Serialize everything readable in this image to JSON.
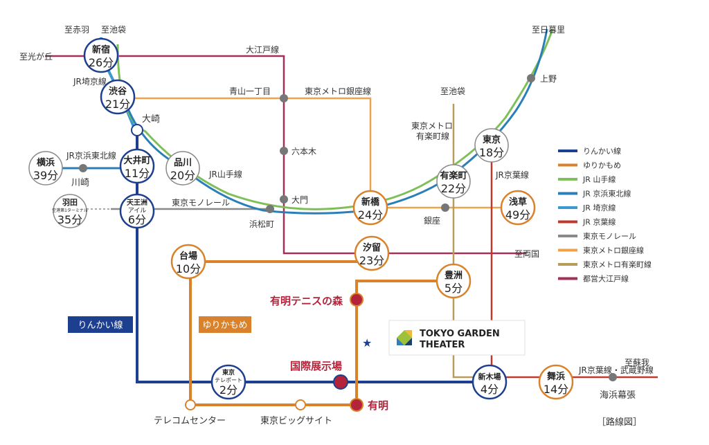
{
  "directions": {
    "akabane": "至赤羽",
    "ikebukuro_west": "至池袋",
    "hikarigaoka": "至光が丘",
    "nippori": "至日暮里",
    "ikebukuro_yurakucho": "至池袋",
    "ryogoku": "至両国",
    "soga": "至蘇我"
  },
  "line_labels": {
    "jr_saikyo": "JR埼京線",
    "oedo": "大江戸線",
    "ginza": "東京メトロ銀座線",
    "yurakucho": "東京メトロ\n有楽町線",
    "jr_keihin_tohoku": "JR京浜東北線",
    "jr_yamanote": "JR山手線",
    "monorail": "東京モノレール",
    "jr_keiyo": "JR京葉線",
    "keiyo_musashino": "JR京葉線・武蔵野線",
    "rinkai": "りんかい線",
    "yurikamome": "ゆりかもめ"
  },
  "stations": {
    "shinjuku": {
      "name": "新宿",
      "minutes": "26分"
    },
    "shibuya": {
      "name": "渋谷",
      "minutes": "21分"
    },
    "oimachi": {
      "name": "大井町",
      "minutes": "11分"
    },
    "shinagawa": {
      "name": "品川",
      "minutes": "20分"
    },
    "yokohama": {
      "name": "横浜",
      "minutes": "39分"
    },
    "haneda": {
      "name": "羽田",
      "sub": "空港第1ターミナル",
      "minutes": "35分"
    },
    "tennozu": {
      "name": "天王洲",
      "sub": "アイル",
      "minutes": "6分"
    },
    "shimbashi": {
      "name": "新橋",
      "minutes": "24分"
    },
    "shiodome": {
      "name": "汐留",
      "minutes": "23分"
    },
    "yurakucho": {
      "name": "有楽町",
      "minutes": "22分"
    },
    "tokyo": {
      "name": "東京",
      "minutes": "18分"
    },
    "asakusa": {
      "name": "浅草",
      "minutes": "49分"
    },
    "daiba": {
      "name": "台場",
      "minutes": "10分"
    },
    "toyosu": {
      "name": "豊洲",
      "minutes": "5分"
    },
    "teleport": {
      "name": "東京",
      "sub": "テレポート",
      "minutes": "2分"
    },
    "shinkiba": {
      "name": "新木場",
      "minutes": "4分"
    },
    "maihama": {
      "name": "舞浜",
      "minutes": "14分"
    }
  },
  "small_stations": {
    "osaki": "大崎",
    "kawasaki": "川崎",
    "aoyama": "青山一丁目",
    "roppongi": "六本木",
    "daimon": "大門",
    "hamamatsucho": "浜松町",
    "ginza": "銀座",
    "ueno": "上野",
    "kaihin_makuhari": "海浜幕張"
  },
  "destinations": {
    "ariake_tennis": "有明テニスの森",
    "kokusai_tenjijo": "国際展示場",
    "ariake": "有明",
    "telecom": "テレコムセンター",
    "big_sight": "東京ビッグサイト"
  },
  "venue": {
    "line1": "TOKYO GARDEN",
    "line2": "THEATER"
  },
  "legend": [
    {
      "label": "りんかい線",
      "color": "#1d3f8f"
    },
    {
      "label": "ゆりかもめ",
      "color": "#d9822b"
    },
    {
      "label": "JR 山手線",
      "color": "#7fbf5a"
    },
    {
      "label": "JR 京浜東北線",
      "color": "#2a7fb8"
    },
    {
      "label": "JR 埼京線",
      "color": "#3a9ad0"
    },
    {
      "label": "JR 京葉線",
      "color": "#c0392b"
    },
    {
      "label": "東京モノレール",
      "color": "#8a8a8a"
    },
    {
      "label": "東京メトロ銀座線",
      "color": "#f0a24a"
    },
    {
      "label": "東京メトロ有楽町線",
      "color": "#b79c5a"
    },
    {
      "label": "都営大江戸線",
      "color": "#a3305a"
    }
  ],
  "caption": "［路線図］"
}
